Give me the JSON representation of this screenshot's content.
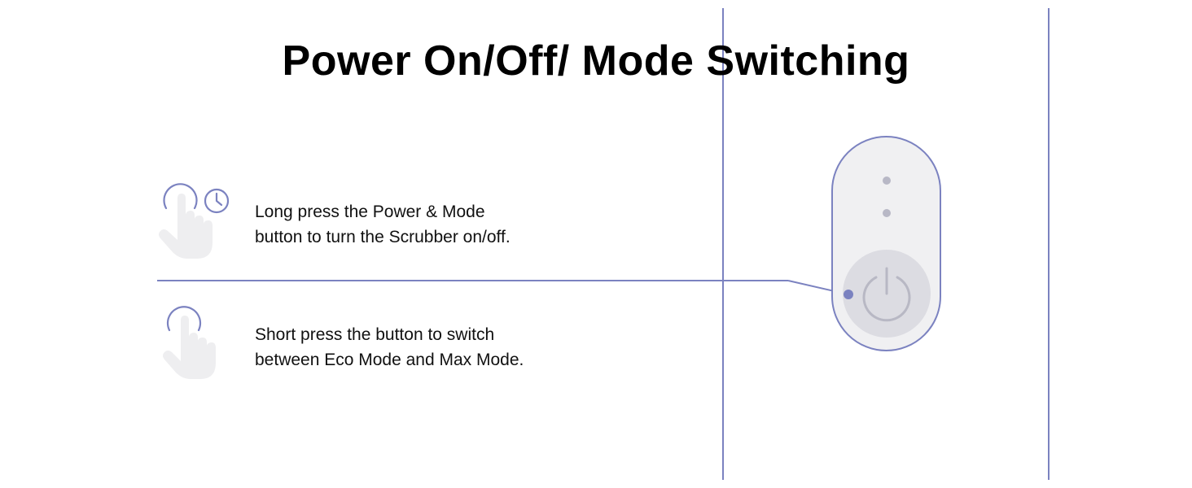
{
  "title": "Power On/Off/ Mode Switching",
  "steps": [
    {
      "icon": "long-press-hand-with-clock-icon",
      "lines": [
        "Long press the Power & Mode",
        "button to turn the Scrubber on/off."
      ]
    },
    {
      "icon": "short-press-hand-icon",
      "lines": [
        "Short press the button to switch",
        "between Eco Mode and Max Mode."
      ]
    }
  ],
  "device": {
    "button_icon": "power-icon",
    "indicator_count": 2
  },
  "colors": {
    "accent": "#7b82c0",
    "hand_fill": "#eeeef0",
    "device_fill": "#f0f0f2",
    "button_fill": "#dcdce2",
    "button_stroke": "#b8b8c4",
    "dot": "#b8b8c6"
  }
}
